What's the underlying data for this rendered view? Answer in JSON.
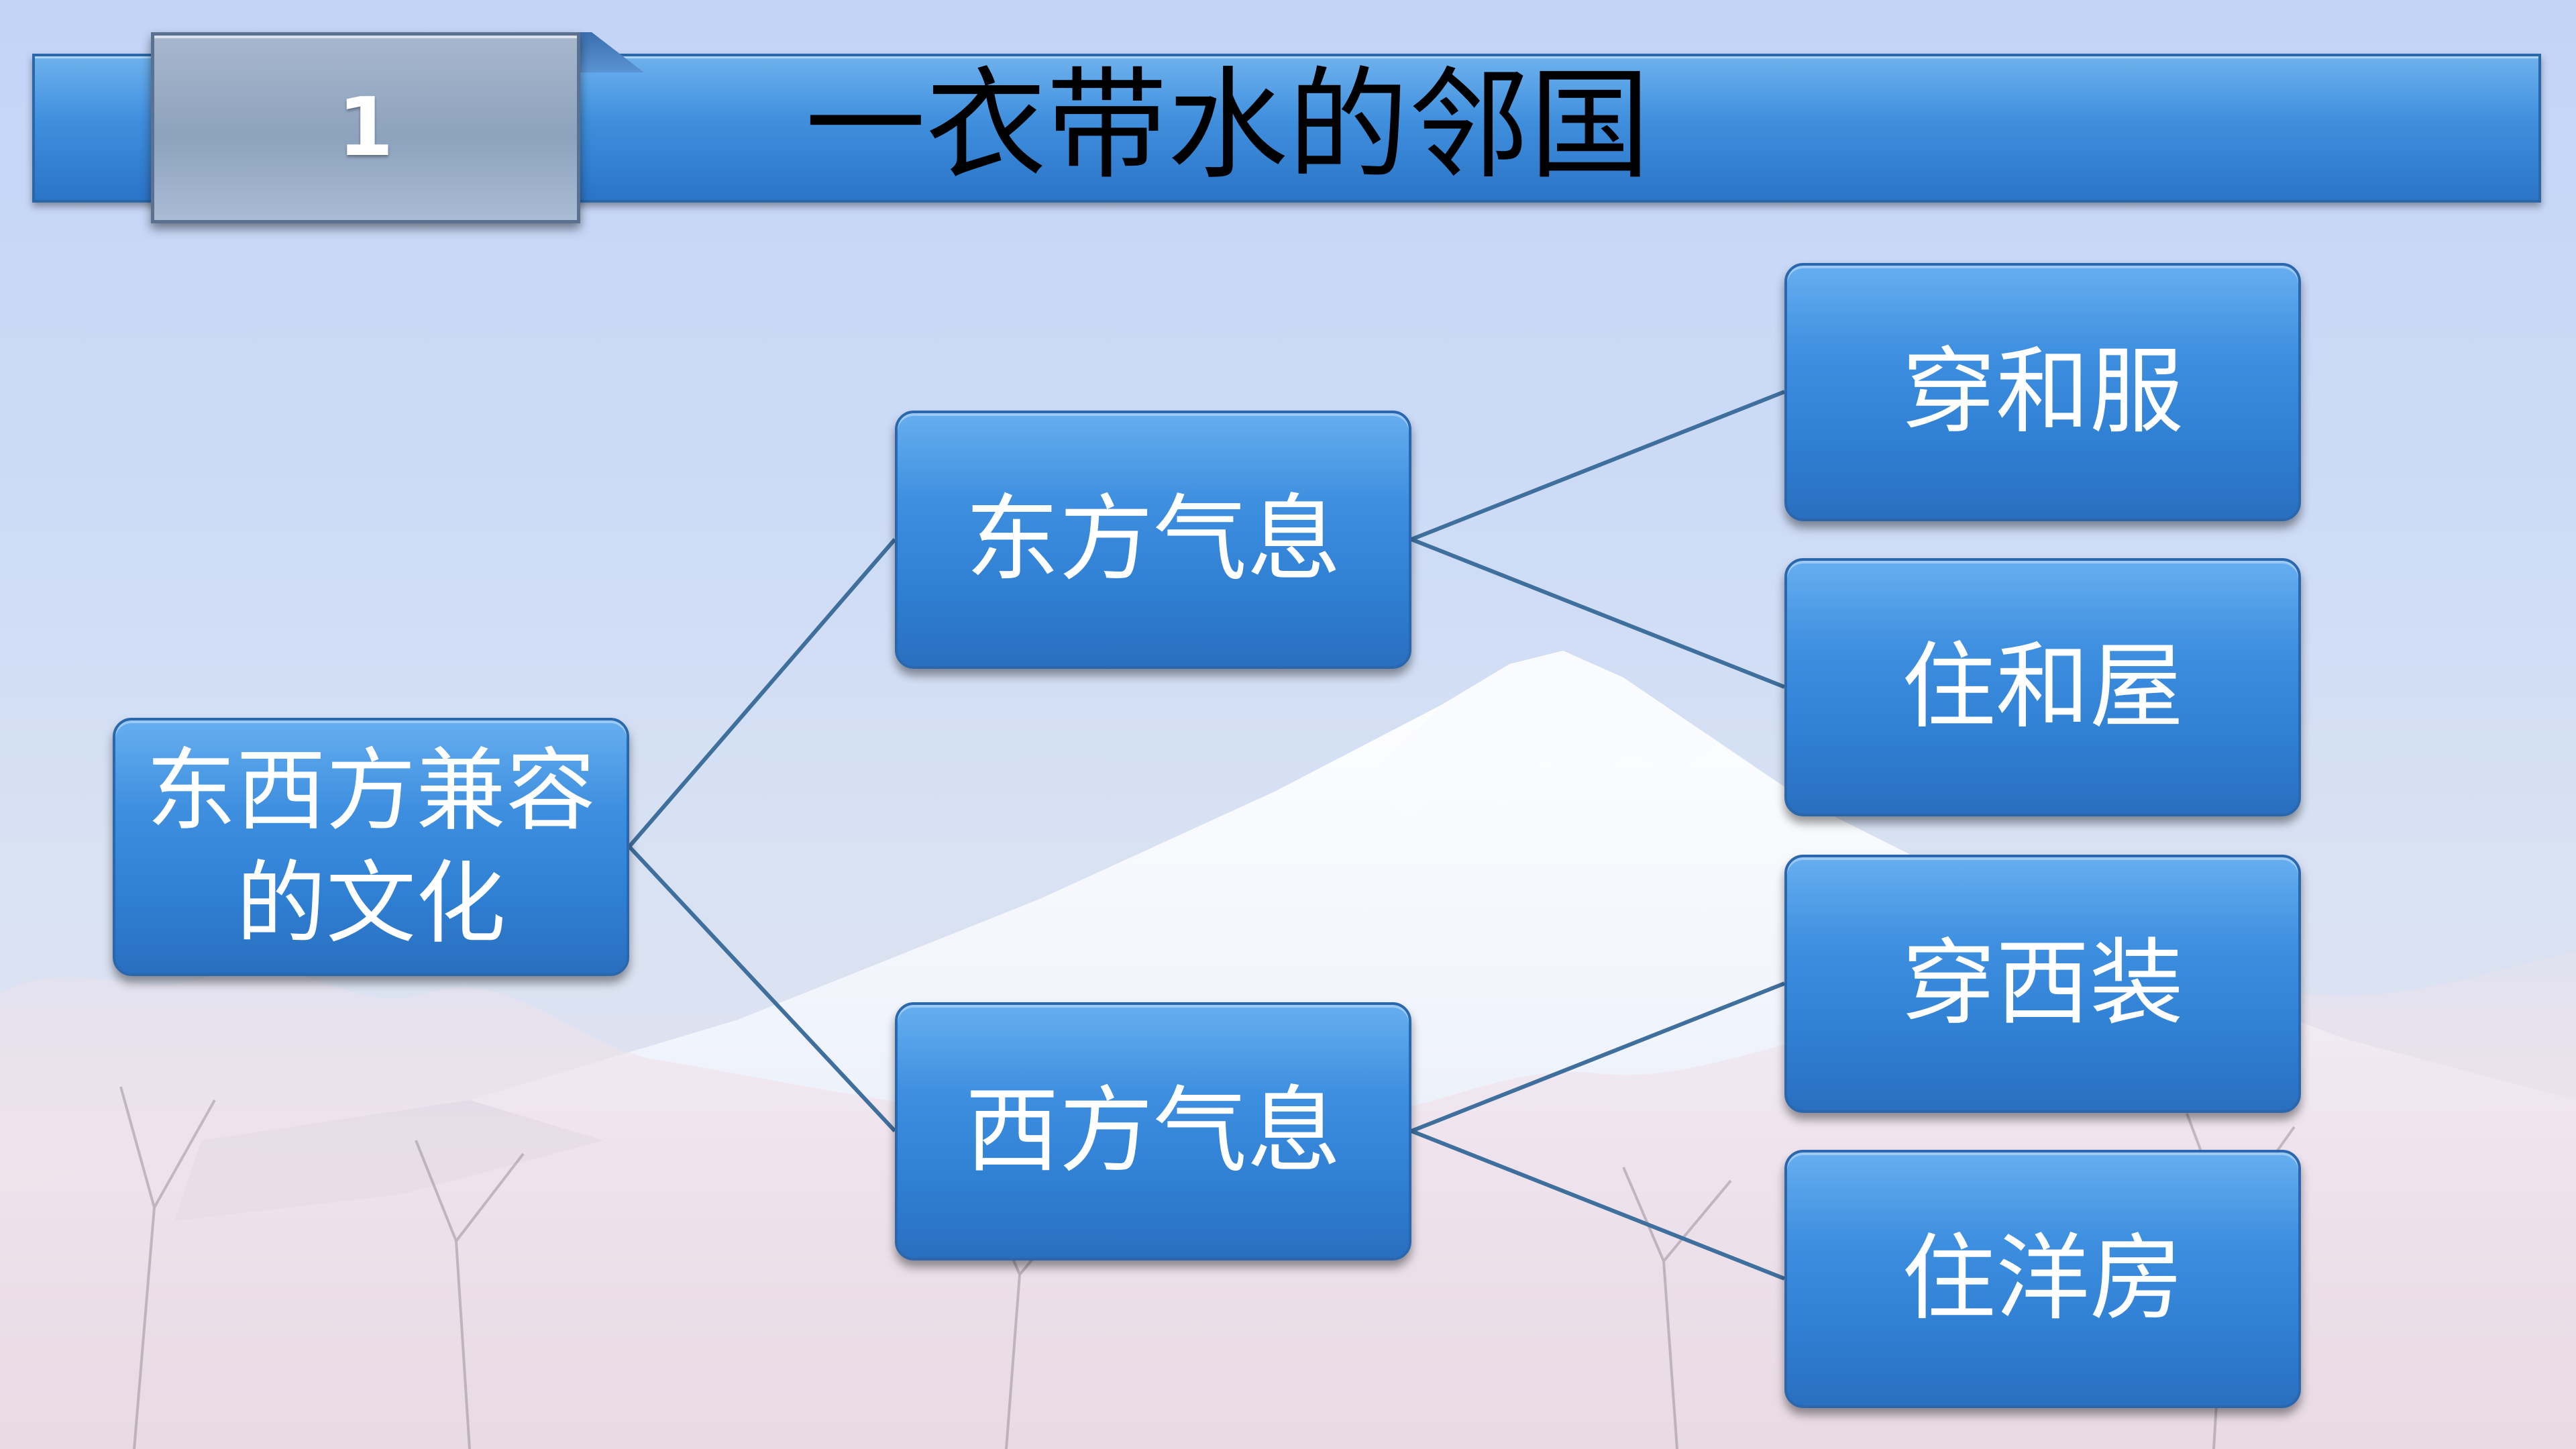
{
  "header": {
    "number": "1",
    "title": "一衣带水的邻国"
  },
  "diagram": {
    "root": {
      "label": "东西方兼容的文化"
    },
    "branches": [
      {
        "label": "东方气息",
        "children": [
          "穿和服",
          "住和屋"
        ]
      },
      {
        "label": "西方气息",
        "children": [
          "穿西装",
          "住洋房"
        ]
      }
    ]
  },
  "colors": {
    "node_fill": "#3e8fe0",
    "node_border": "#2a67ad",
    "connector": "#3f6f9c",
    "title_bar": "#3f8fdd",
    "number_tab": "#8da2bd"
  },
  "background": {
    "scene": "snow-capped-mountain-icon"
  }
}
